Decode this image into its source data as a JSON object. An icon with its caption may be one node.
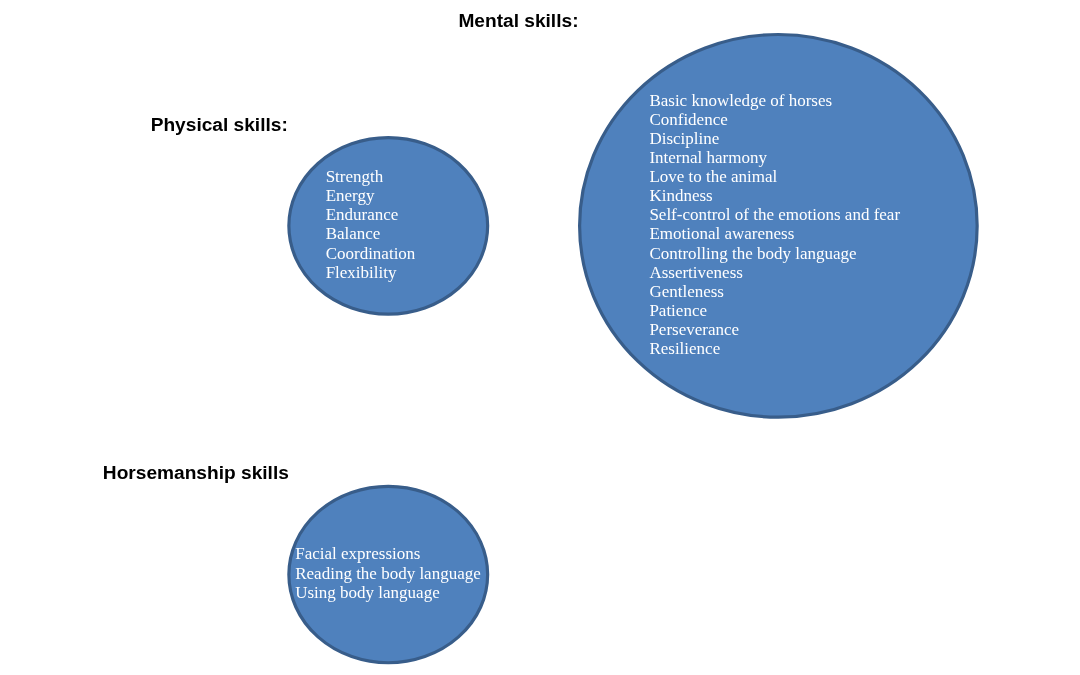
{
  "diagram": {
    "nodes": [
      {
        "text": [
          "Physical skills:",
          "Strength",
          "Energy",
          "Endurance",
          "Balance",
          "Coordination",
          "Flexibility"
        ]
      },
      {
        "text": [
          "Horsemanship skills",
          "Facial expressions",
          "Reading the body language",
          "Using body language"
        ]
      },
      {
        "text": [
          "Mental skills:",
          "Basic knowledge of horses",
          "Confidence",
          "Discipline",
          "Internal harmony",
          "Love to the animal",
          "Kindness",
          "Self-control of the emotions and fear",
          "Emotional awareness",
          "Controlling the body language",
          "Assertiveness",
          "Gentleness",
          "Patience",
          "Perseverance",
          "Resilience"
        ]
      }
    ],
    "edges": []
  }
}
